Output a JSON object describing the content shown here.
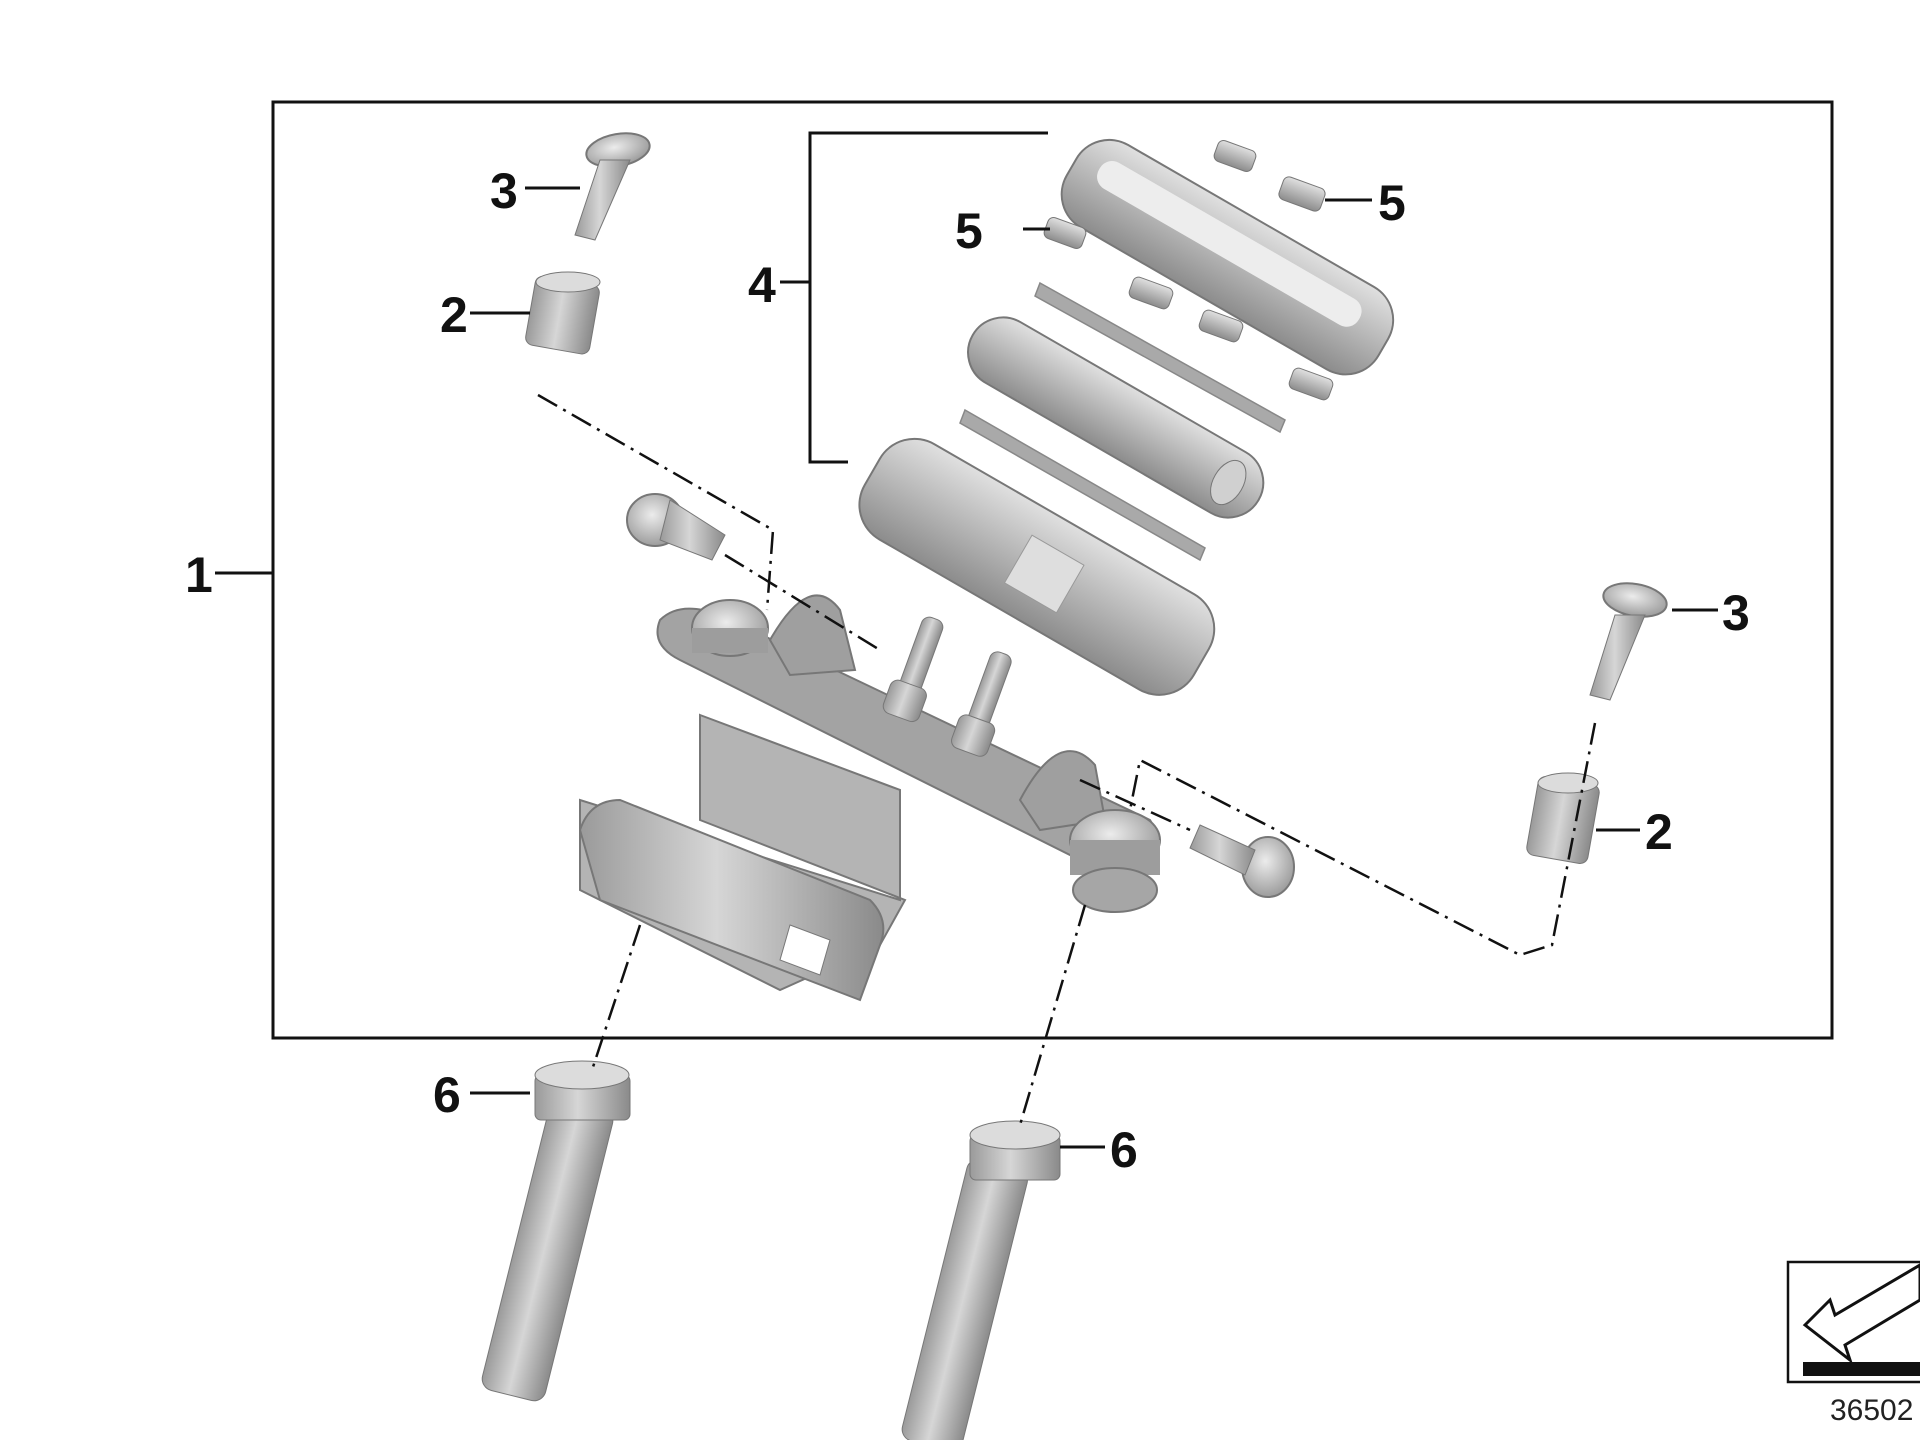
{
  "callouts": {
    "part_1": "1",
    "part_2_left": "2",
    "part_2_right": "2",
    "part_3_left": "3",
    "part_3_right": "3",
    "part_4": "4",
    "part_5_top": "5",
    "part_5_left": "5",
    "part_6_left": "6",
    "part_6_right": "6"
  },
  "reference_number": "36502",
  "colors": {
    "part_fill": "#b9b9b9",
    "part_shadow": "#8e8e8e",
    "part_highlight": "#e2e2e2",
    "line": "#111111"
  }
}
